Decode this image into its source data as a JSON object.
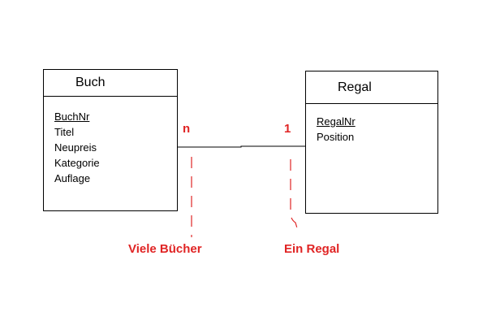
{
  "entities": {
    "buch": {
      "title": "Buch",
      "attributes": [
        "BuchNr",
        "Titel",
        "Neupreis",
        "Kategorie",
        "Auflage"
      ],
      "primary_key": "BuchNr"
    },
    "regal": {
      "title": "Regal",
      "attributes": [
        "RegalNr",
        "Position"
      ],
      "primary_key": "RegalNr"
    }
  },
  "relationship": {
    "cardinality_buch": "n",
    "cardinality_regal": "1",
    "note_buch": "Viele Bücher",
    "note_regal": "Ein Regal"
  },
  "colors": {
    "annotation": "#e02424",
    "line": "#000000"
  }
}
